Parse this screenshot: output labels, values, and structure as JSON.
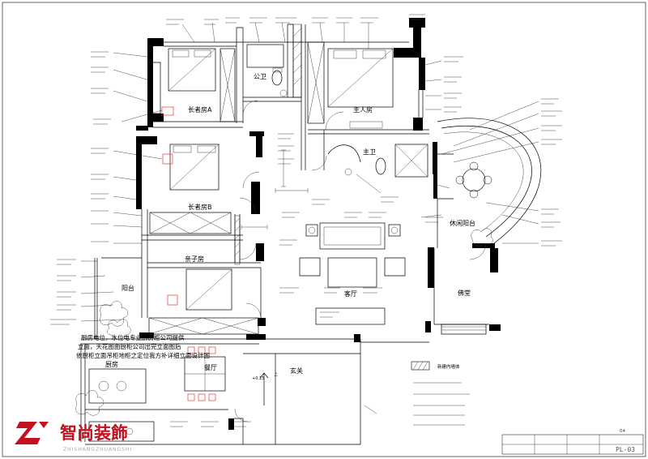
{
  "rooms": {
    "elder_a": "长者房A",
    "elder_b": "长者房B",
    "public_wc": "公卫",
    "master_bed": "主人房",
    "master_wc": "主卫",
    "balcony_leisure": "休闲阳台",
    "child_room": "亲子房",
    "balcony": "阳台",
    "living": "客厅",
    "buddha_hall": "佛堂",
    "kitchen": "厨房",
    "dining": "餐厅",
    "entrance": "玄关"
  },
  "annotations": {
    "elevation_mark": "+0.15",
    "up_mark": "上"
  },
  "note": {
    "line1": "厨房电位，水位电专业厨房柜公司提供",
    "line2": "立面，天花图由厨柜公司出完立面图后",
    "line3": "依厨柜立面吊柜地柜之定位我方补详细立面设计图"
  },
  "legend": {
    "new_wall": "新建内墙体"
  },
  "titleblock": {
    "page_number": "04",
    "drawing_code": "PL-03"
  },
  "logo": {
    "name": "智尚装飾",
    "sub": "ZHISHANGZHUANGSHI"
  },
  "colors": {
    "wall": "#000000",
    "furniture_accent": "#e53935",
    "logo_red": "#c1121f"
  }
}
